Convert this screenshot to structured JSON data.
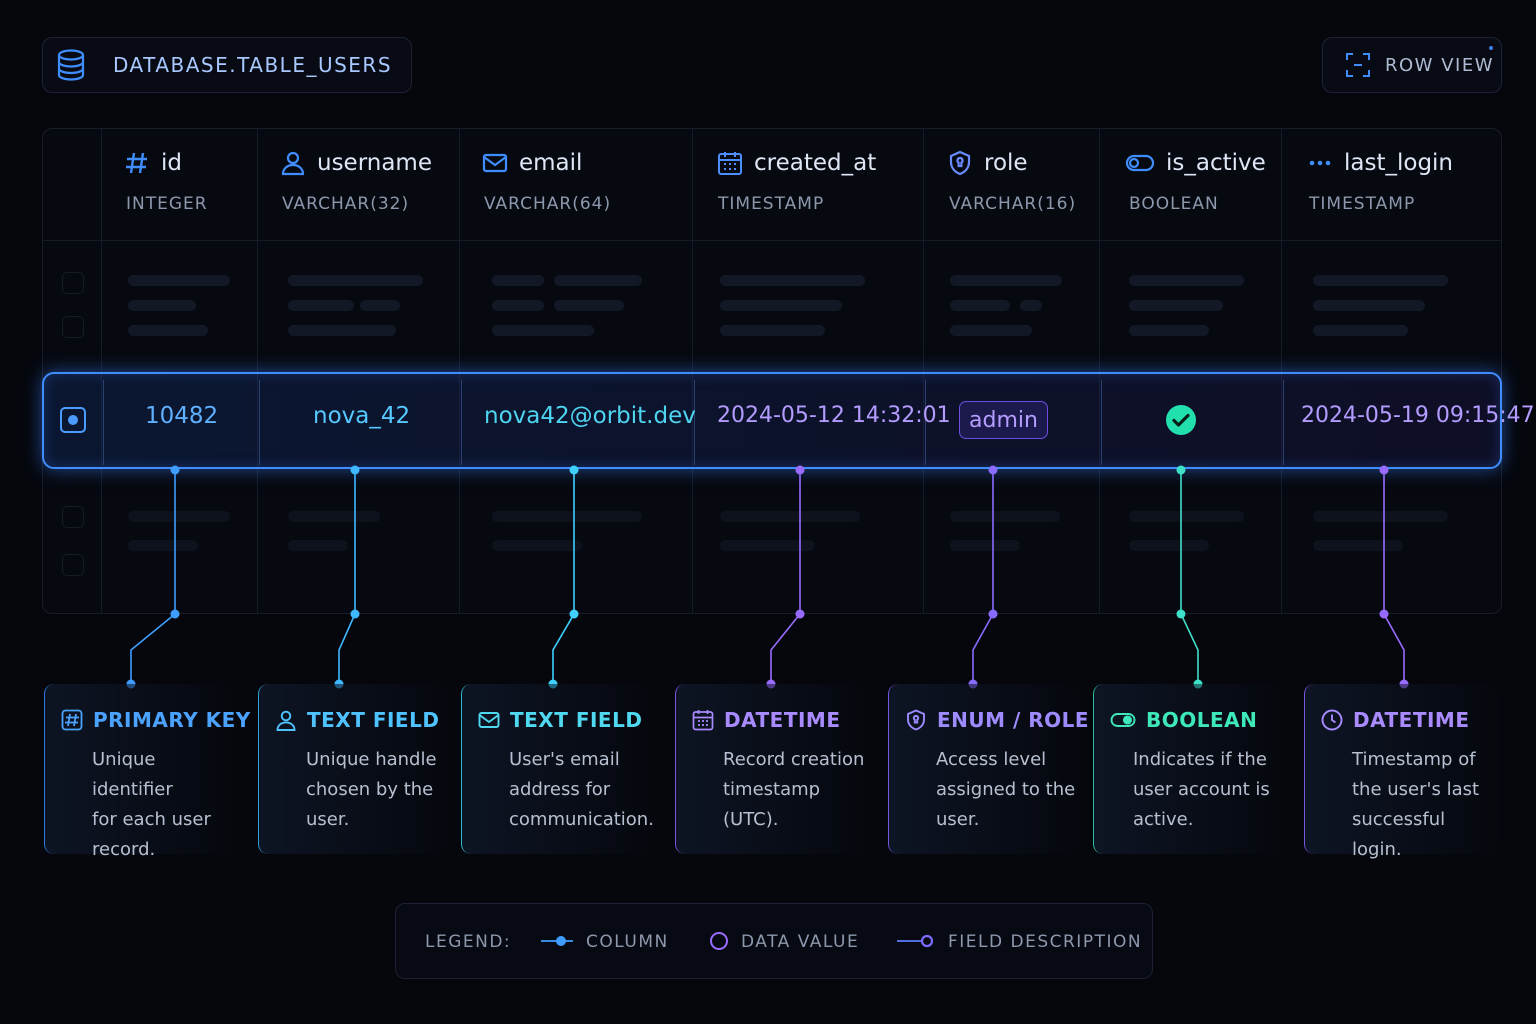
{
  "header": {
    "table_title": "DATABASE.TABLE_USERS",
    "row_view_label": "ROW VIEW"
  },
  "columns": [
    {
      "name": "id",
      "type": "INTEGER",
      "icon": "hash-icon"
    },
    {
      "name": "username",
      "type": "VARCHAR(32)",
      "icon": "user-icon"
    },
    {
      "name": "email",
      "type": "VARCHAR(64)",
      "icon": "mail-icon"
    },
    {
      "name": "created_at",
      "type": "TIMESTAMP",
      "icon": "calendar-icon"
    },
    {
      "name": "role",
      "type": "VARCHAR(16)",
      "icon": "shield-icon"
    },
    {
      "name": "is_active",
      "type": "BOOLEAN",
      "icon": "toggle-icon"
    },
    {
      "name": "last_login",
      "type": "TIMESTAMP",
      "icon": "dots-icon"
    }
  ],
  "selected_row": {
    "id": "10482",
    "username": "nova_42",
    "email": "nova42@orbit.dev",
    "created_at": "2024-05-12 14:32:01",
    "role": "admin",
    "is_active": true,
    "last_login": "2024-05-19 09:15:47"
  },
  "descriptions": [
    {
      "title": "PRIMARY KEY",
      "lines": [
        "Unique identifier",
        "for each user",
        "record."
      ],
      "icon": "hash-icon"
    },
    {
      "title": "TEXT FIELD",
      "lines": [
        "Unique handle",
        "chosen by the",
        "user."
      ],
      "icon": "user-icon"
    },
    {
      "title": "TEXT FIELD",
      "lines": [
        "User's email",
        "address for",
        "communication."
      ],
      "icon": "mail-icon"
    },
    {
      "title": "DATETIME",
      "lines": [
        "Record creation",
        "timestamp (UTC)."
      ],
      "icon": "calendar-icon"
    },
    {
      "title": "ENUM / ROLE",
      "lines": [
        "Access level",
        "assigned to the",
        "user."
      ],
      "icon": "shield-icon"
    },
    {
      "title": "BOOLEAN",
      "lines": [
        "Indicates if the",
        "user account is",
        "active."
      ],
      "icon": "toggle-icon"
    },
    {
      "title": "DATETIME",
      "lines": [
        "Timestamp of",
        "the user's last",
        "successful login."
      ],
      "icon": "clock-icon"
    }
  ],
  "legend": {
    "label": "LEGEND:",
    "items": [
      {
        "label": "COLUMN"
      },
      {
        "label": "DATA VALUE"
      },
      {
        "label": "FIELD DESCRIPTION"
      }
    ]
  },
  "colors": {
    "blue": "#3f8dff",
    "cyan": "#3fd0ff",
    "teal": "#3fe0c8",
    "purple": "#9a6bff",
    "green": "#2ee6b0"
  }
}
